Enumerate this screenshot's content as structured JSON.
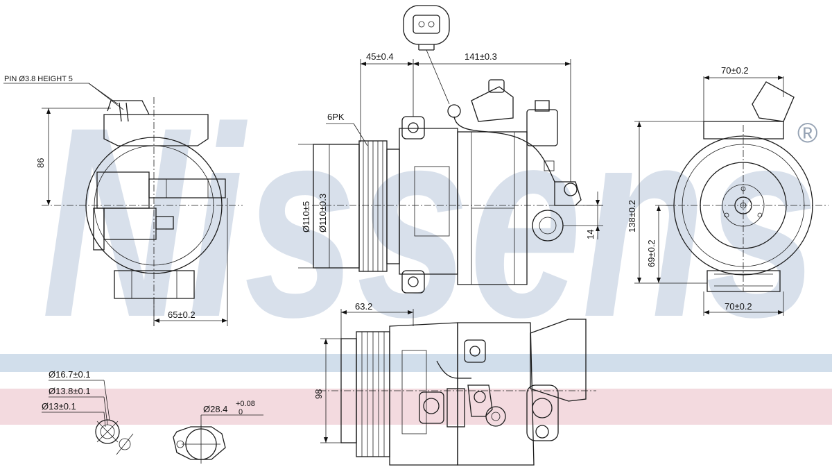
{
  "watermark": {
    "brand": "Nissens",
    "registered_mark": "®",
    "brand_color": "#1f4e8c",
    "band_blue": "#c9d8e8",
    "band_pink": "#f1d3d9"
  },
  "dimensions": {
    "pin_note": "PIN Ø3.8 HEIGHT 5",
    "height_86": "86",
    "width_65": "65±0.2",
    "connector_offset": "45±0.4",
    "body_length": "141±0.3",
    "belt_type": "6PK",
    "pulley_dia_outer": "Ø110±5",
    "pulley_dia": "Ø110±0.3",
    "mount_offset_14": "14",
    "top_width_70": "70±0.2",
    "total_height": "138±0.2",
    "lower_height": "69±0.2",
    "bottom_width_70": "70±0.2",
    "bottom_pulley_offset": "63.2",
    "bottom_height_98": "98",
    "port_d1": "Ø16.7±0.1",
    "port_d2": "Ø13.8±0.1",
    "port_d3": "Ø13±0.1",
    "port_d4_main": "Ø28.4",
    "port_d4_tol_upper": "+0.08",
    "port_d4_tol_lower": "0"
  }
}
